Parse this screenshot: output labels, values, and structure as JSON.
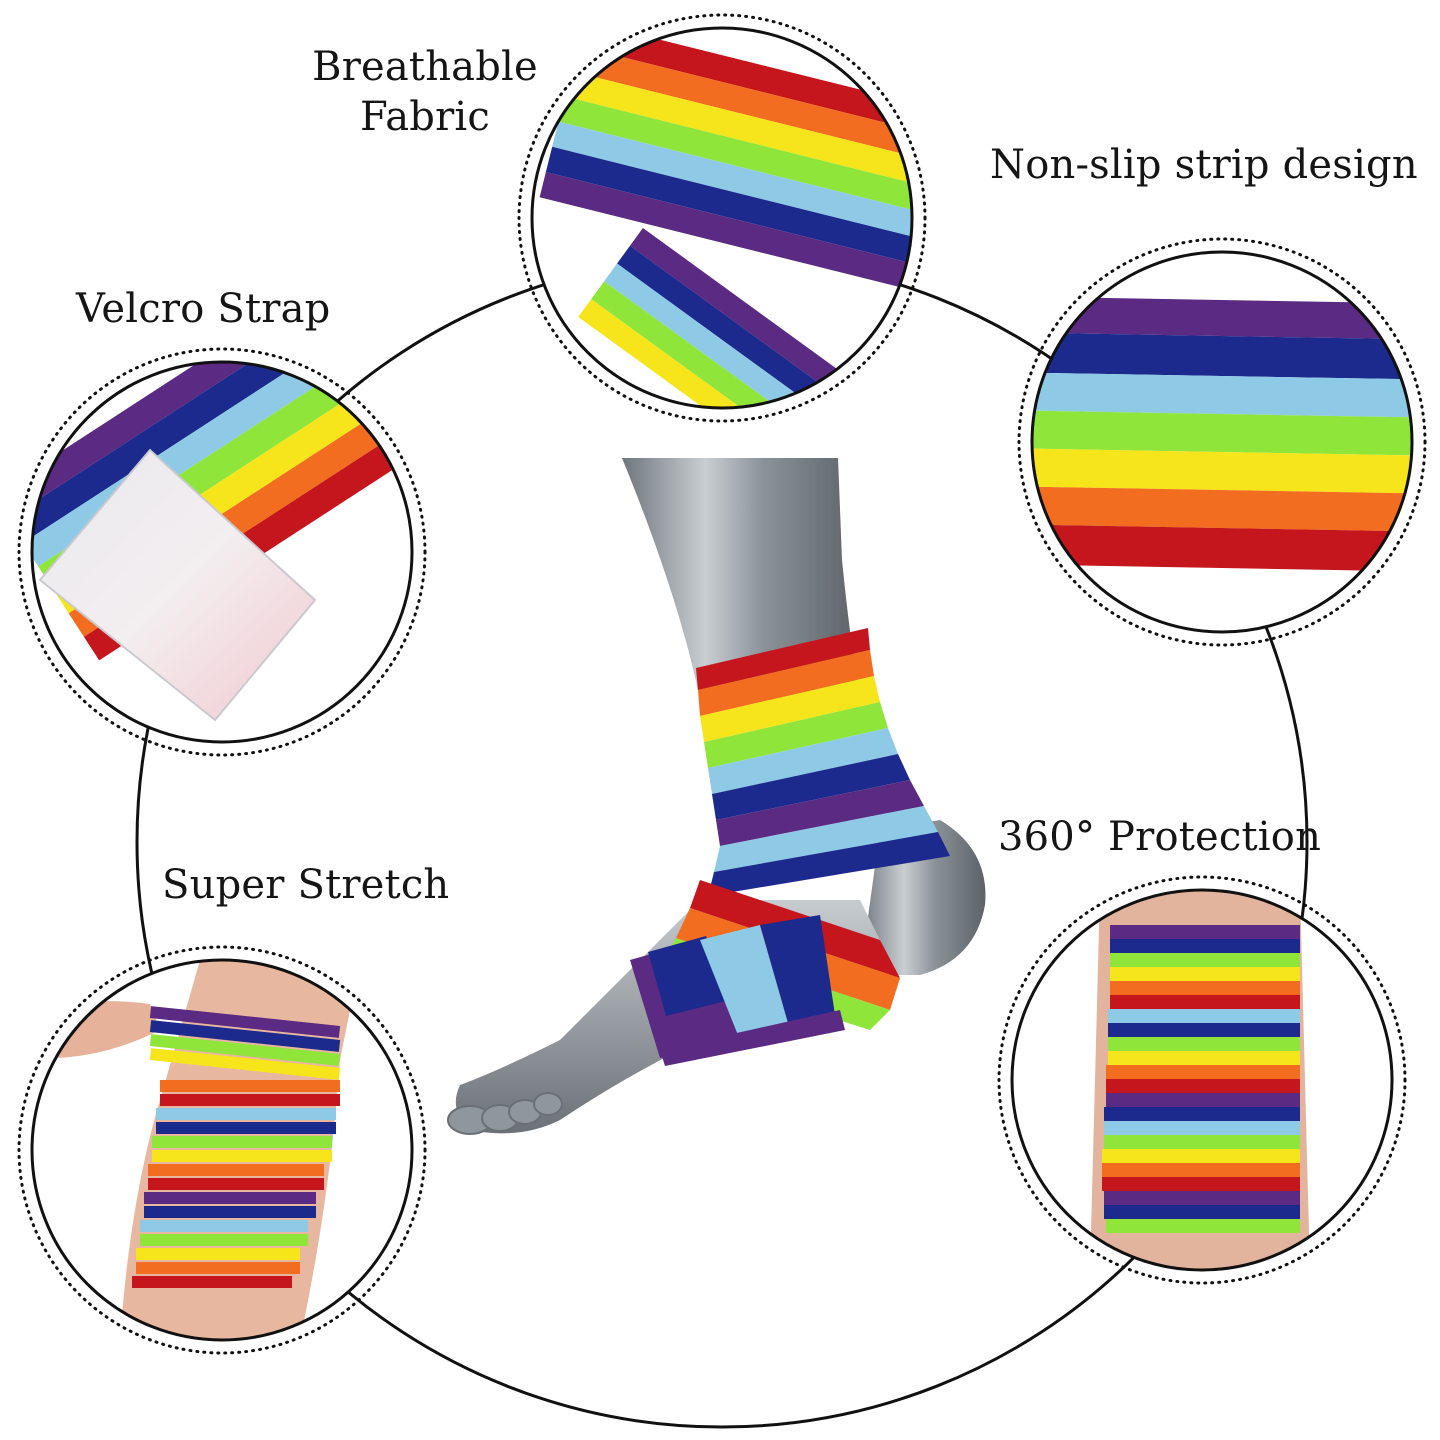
{
  "features": {
    "breathable": "Breathable Fabric",
    "breathable_line1": "Breathable",
    "breathable_line2": "Fabric",
    "nonslip": "Non-slip strip design",
    "velcro": "Velcro Strap",
    "stretch": "Super Stretch",
    "protection": "360° Protection"
  },
  "colors": {
    "rainbow": [
      "#c4161c",
      "#f26d1f",
      "#f7e51b",
      "#8fe53a",
      "#8ecae6",
      "#1b2a8c",
      "#5b2a82"
    ],
    "outline": "#111111",
    "mannequin": "#9da3a8",
    "background": "#ffffff"
  },
  "icons": {
    "main_product": "rainbow-ankle-wrap-on-mannequin-foot",
    "detail_breathable": "fabric-closeup",
    "detail_nonslip": "stripe-closeup",
    "detail_velcro": "velcro-end-closeup",
    "detail_stretch": "calf-wrap-being-stretched",
    "detail_protection": "full-leg-wrap"
  }
}
